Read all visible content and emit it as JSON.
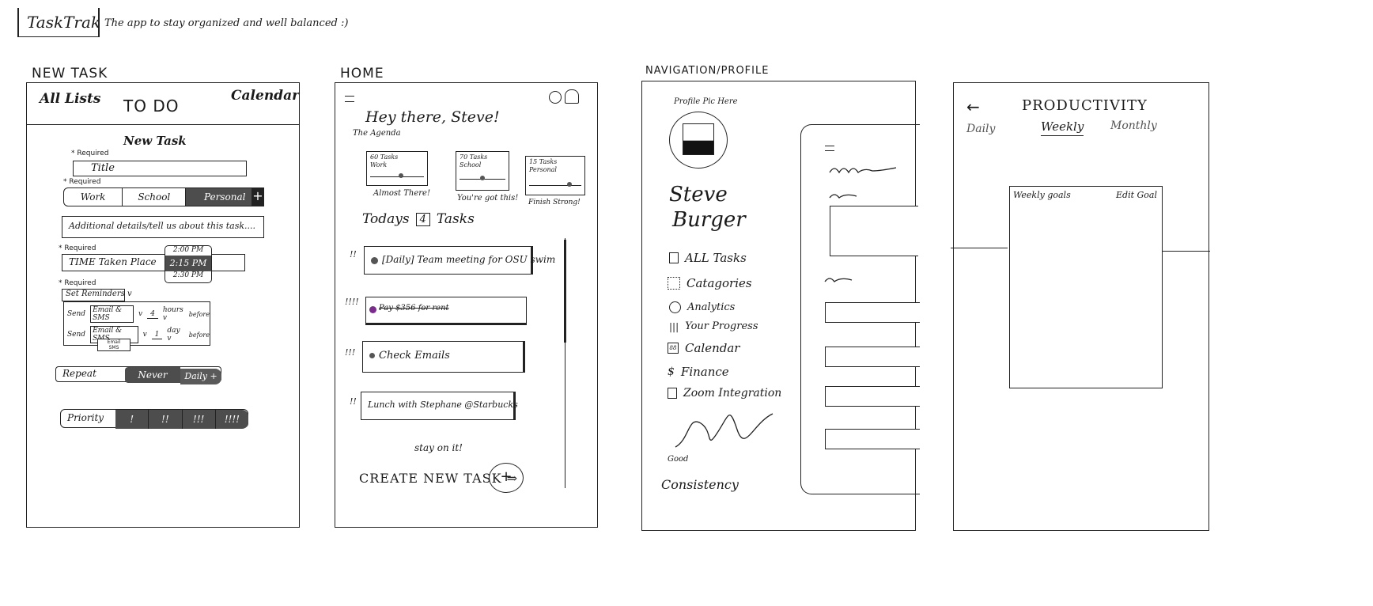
{
  "app": {
    "name": "TaskTrak",
    "tagline": "The app to stay organized and well balanced :)"
  },
  "screens": {
    "new_task": {
      "label": "NEW TASK",
      "header": {
        "left": "All Lists",
        "title": "TO DO",
        "right": "Calendar"
      },
      "title": "New Task",
      "required": "* Required",
      "title_placeholder": "Title",
      "categories": [
        "Work",
        "School",
        "Personal"
      ],
      "add": "+",
      "details_placeholder": "Additional details/tell us about this task....",
      "time_label": "TIME Taken Place",
      "times": [
        "2:00 PM",
        "2:15 PM",
        "2:30 PM"
      ],
      "reminders_label": "Set Reminders v",
      "reminder_rows": [
        {
          "send": "Send",
          "via": "Email & SMS",
          "v": "v",
          "num": "4",
          "unit": "hours v",
          "when": "before"
        },
        {
          "send": "Send",
          "via": "Email & SMS",
          "v": "v",
          "num": "1",
          "unit": "day v",
          "when": "before"
        }
      ],
      "reminder_dropdown": [
        "Email",
        "SMS"
      ],
      "repeat_label": "Repeat",
      "repeat_options": [
        "Never",
        "Daily +"
      ],
      "priority_label": "Priority",
      "priority_options": [
        "!",
        "!!",
        "!!!",
        "!!!!"
      ]
    },
    "home": {
      "label": "HOME",
      "greeting": "Hey there, Steve!",
      "agenda": "The Agenda",
      "cards": [
        {
          "title": "60 Tasks Work",
          "caption": "Almost There!"
        },
        {
          "title": "70 Tasks School",
          "caption": "You're got this!"
        },
        {
          "title": "15 Tasks Personal",
          "caption": "Finish Strong!"
        }
      ],
      "today_prefix": "Todays",
      "today_count": "4",
      "today_suffix": "Tasks",
      "tasks": [
        {
          "priority": "!!",
          "text": "[Daily] Team meeting for OSU swim"
        },
        {
          "priority": "!!!!",
          "text": "Pay $356 for rent"
        },
        {
          "priority": "!!!",
          "text": "Check Emails"
        },
        {
          "priority": "!!",
          "text": "Lunch with Stephane @Starbucks"
        }
      ],
      "footer_note": "stay on it!",
      "create": "CREATE NEW TASK ⇒",
      "plus": "+"
    },
    "profile": {
      "label": "NAVIGATION/PROFILE",
      "pic_note": "Profile Pic Here",
      "first_name": "Steve",
      "last_name": "Burger",
      "menu": [
        "ALL Tasks",
        "Catagories",
        "Analytics",
        "Your Progress",
        "Calendar",
        "Finance",
        "Zoom Integration"
      ],
      "graph_label": "Good",
      "consistency": "Consistency"
    },
    "productivity": {
      "title": "PRODUCTIVITY",
      "back": "←",
      "tabs": [
        "Daily",
        "Weekly",
        "Monthly"
      ],
      "panel_title": "Weekly goals",
      "panel_action": "Edit Goal"
    }
  }
}
